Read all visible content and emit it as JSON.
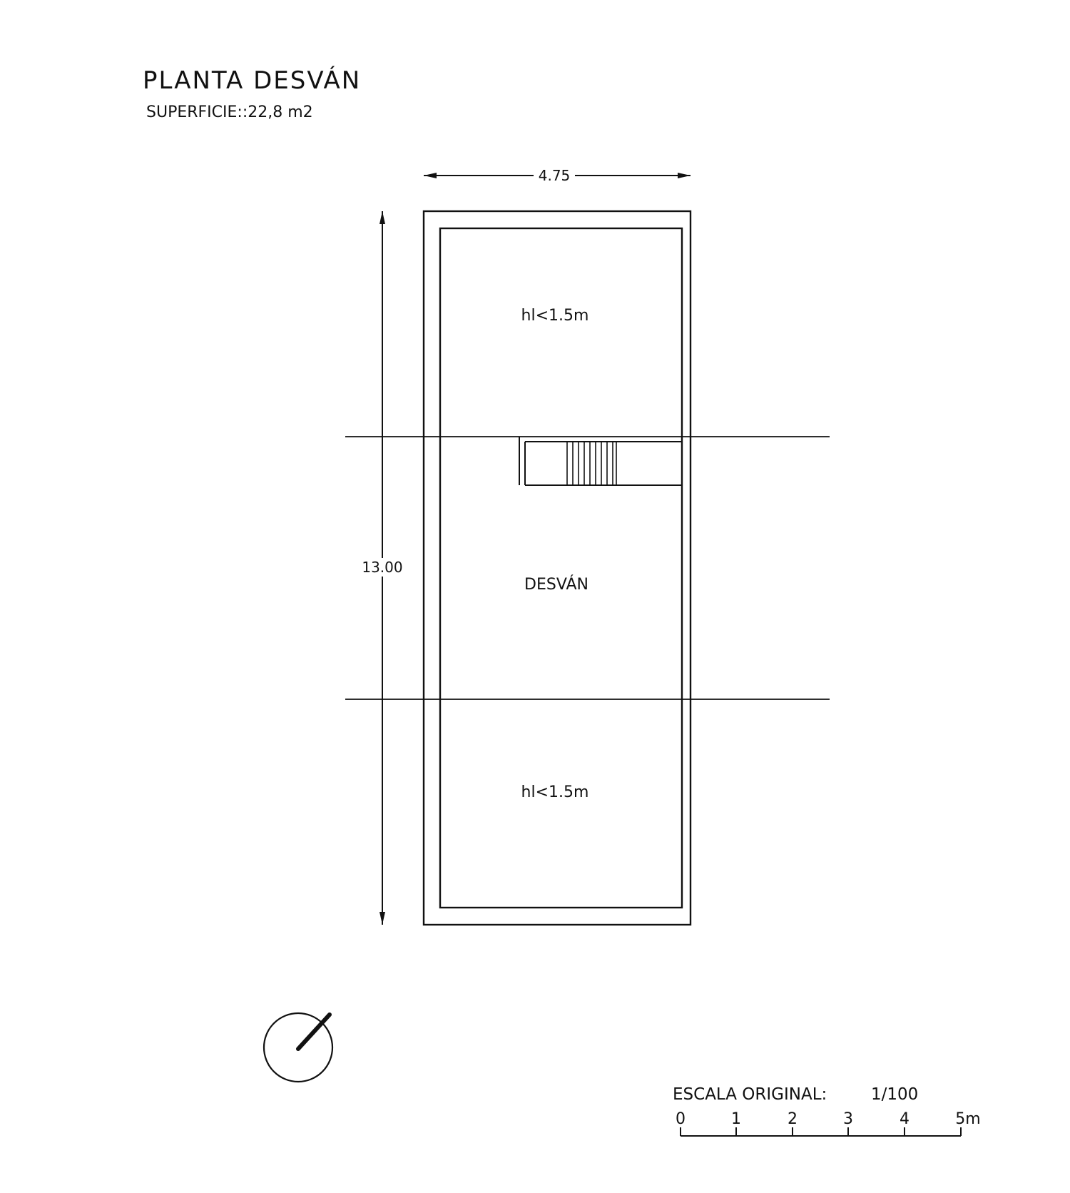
{
  "header": {
    "title": "PLANTA DESVÁN",
    "surface": "SUPERFICIE::22,8 m2"
  },
  "dimensions": {
    "width": "4.75",
    "length": "13.00"
  },
  "rooms": {
    "top_label": "hl<1.5m",
    "main_label": "DESVÁN",
    "bottom_label": "hl<1.5m"
  },
  "scale": {
    "label": "ESCALA ORIGINAL:",
    "ratio": "1/100",
    "ticks": [
      "0",
      "1",
      "2",
      "3",
      "4",
      "5m"
    ]
  },
  "north_arrow": {
    "icon": "north-arrow-icon"
  }
}
